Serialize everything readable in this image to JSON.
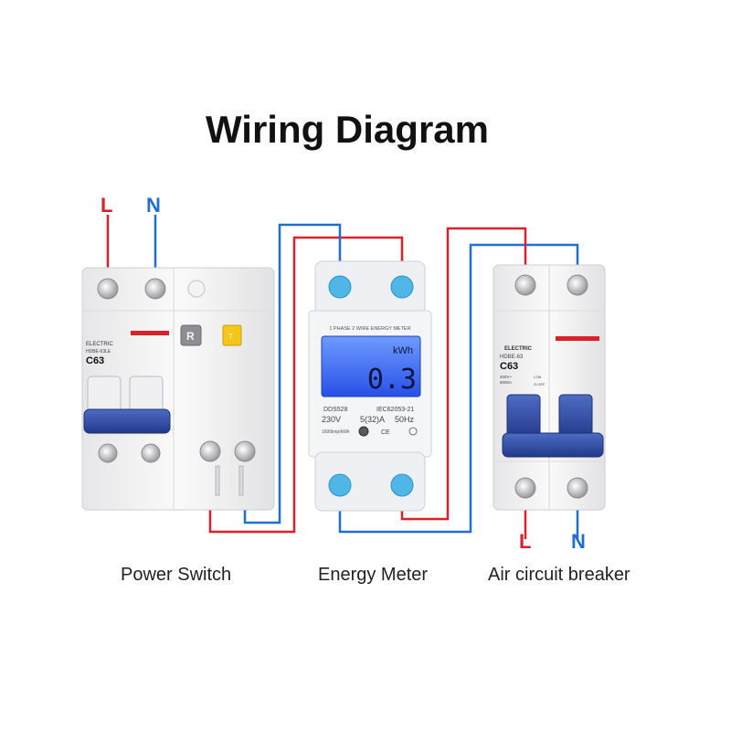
{
  "title": "Wiring Diagram",
  "colors": {
    "live": "#d8212b",
    "neutral": "#1f6fd6",
    "lcd": "#2a5cf0",
    "handle": "#2d4aa8",
    "terminal": "#4fb6e6"
  },
  "inputs": {
    "live_label": "L",
    "neutral_label": "N"
  },
  "outputs": {
    "live_label": "L",
    "neutral_label": "N"
  },
  "power_switch": {
    "caption": "Power Switch",
    "brand": "ELECTRIC",
    "model": "HDBE-63LE",
    "rating": "C63",
    "test_button": "R",
    "indicator": "T"
  },
  "energy_meter": {
    "caption": "Energy Meter",
    "header": "1 PHASE 2 WIRE ENERGY METER",
    "unit": "kWh",
    "reading": "0.3",
    "model": "DDS528",
    "standard": "IEC62053-21",
    "voltage": "230V",
    "current": "5(32)A",
    "frequency": "50Hz",
    "impulse": "1600imp/kWh",
    "ce_mark": "CE"
  },
  "air_breaker": {
    "caption": "Air circuit breaker",
    "brand": "ELECTRIC",
    "model": "HDBE-63",
    "rating": "C63",
    "spec_voltage": "400V~",
    "spec_capacity": "6000A",
    "on_label": "I-ON",
    "off_label": "O-OFF"
  }
}
